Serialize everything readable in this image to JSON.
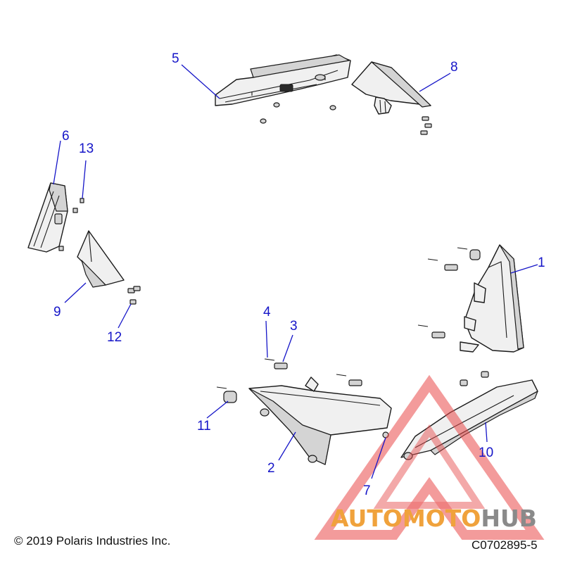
{
  "callouts": {
    "c1": "1",
    "c2": "2",
    "c3": "3",
    "c4": "4",
    "c5": "5",
    "c6": "6",
    "c7": "7",
    "c8": "8",
    "c9": "9",
    "c10": "10",
    "c11": "11",
    "c12": "12",
    "c13": "13"
  },
  "footer": {
    "copyright": "© 2019 Polaris Industries Inc.",
    "diagram_code": "C0702895-5"
  },
  "watermark": {
    "part1": "AUTO",
    "part2": "MOTO",
    "part3": "HUB",
    "colors": {
      "orange": "#f0a23c",
      "gray": "#8a8a8a",
      "red": "#e84c4c"
    }
  },
  "colors": {
    "callout": "#1515c8",
    "line": "#1a1a1a",
    "part_fill": "#f0f0f0",
    "part_shade": "#d6d6d6"
  }
}
